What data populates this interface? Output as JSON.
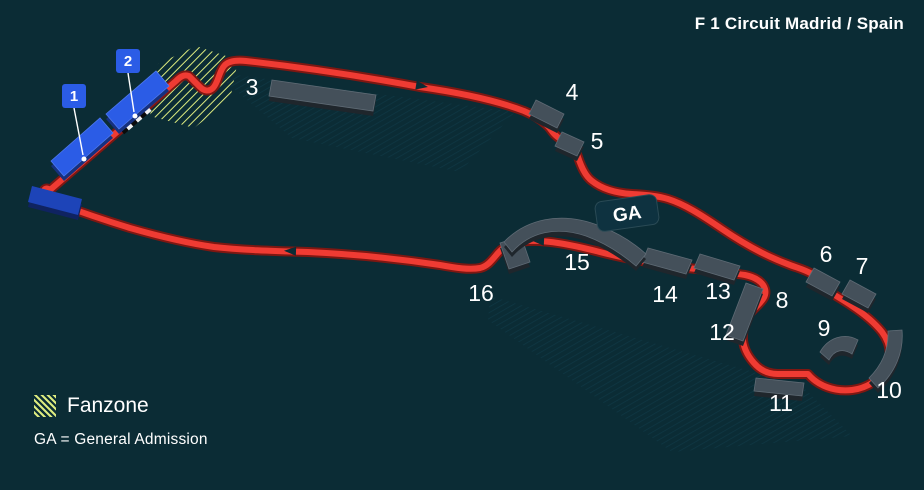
{
  "title": "F 1 Circuit Madrid / Spain",
  "legend": {
    "fanzone_label": "Fanzone",
    "ga_label": "GA = General Admission"
  },
  "ga_box_label": "GA",
  "stands": {
    "1": "1",
    "2": "2",
    "3": "3",
    "4": "4",
    "5": "5",
    "6": "6",
    "7": "7",
    "8": "8",
    "9": "9",
    "10": "10",
    "11": "11",
    "12": "12",
    "13": "13",
    "14": "14",
    "15": "15",
    "16": "16"
  },
  "colors": {
    "background": "#0b2c35",
    "track_red": "#ef3b33",
    "fanzone_green": "#dbe97e",
    "premium_blue": "#2b5ce6",
    "stand_gray": "#44505a",
    "text_white": "#ffffff"
  }
}
